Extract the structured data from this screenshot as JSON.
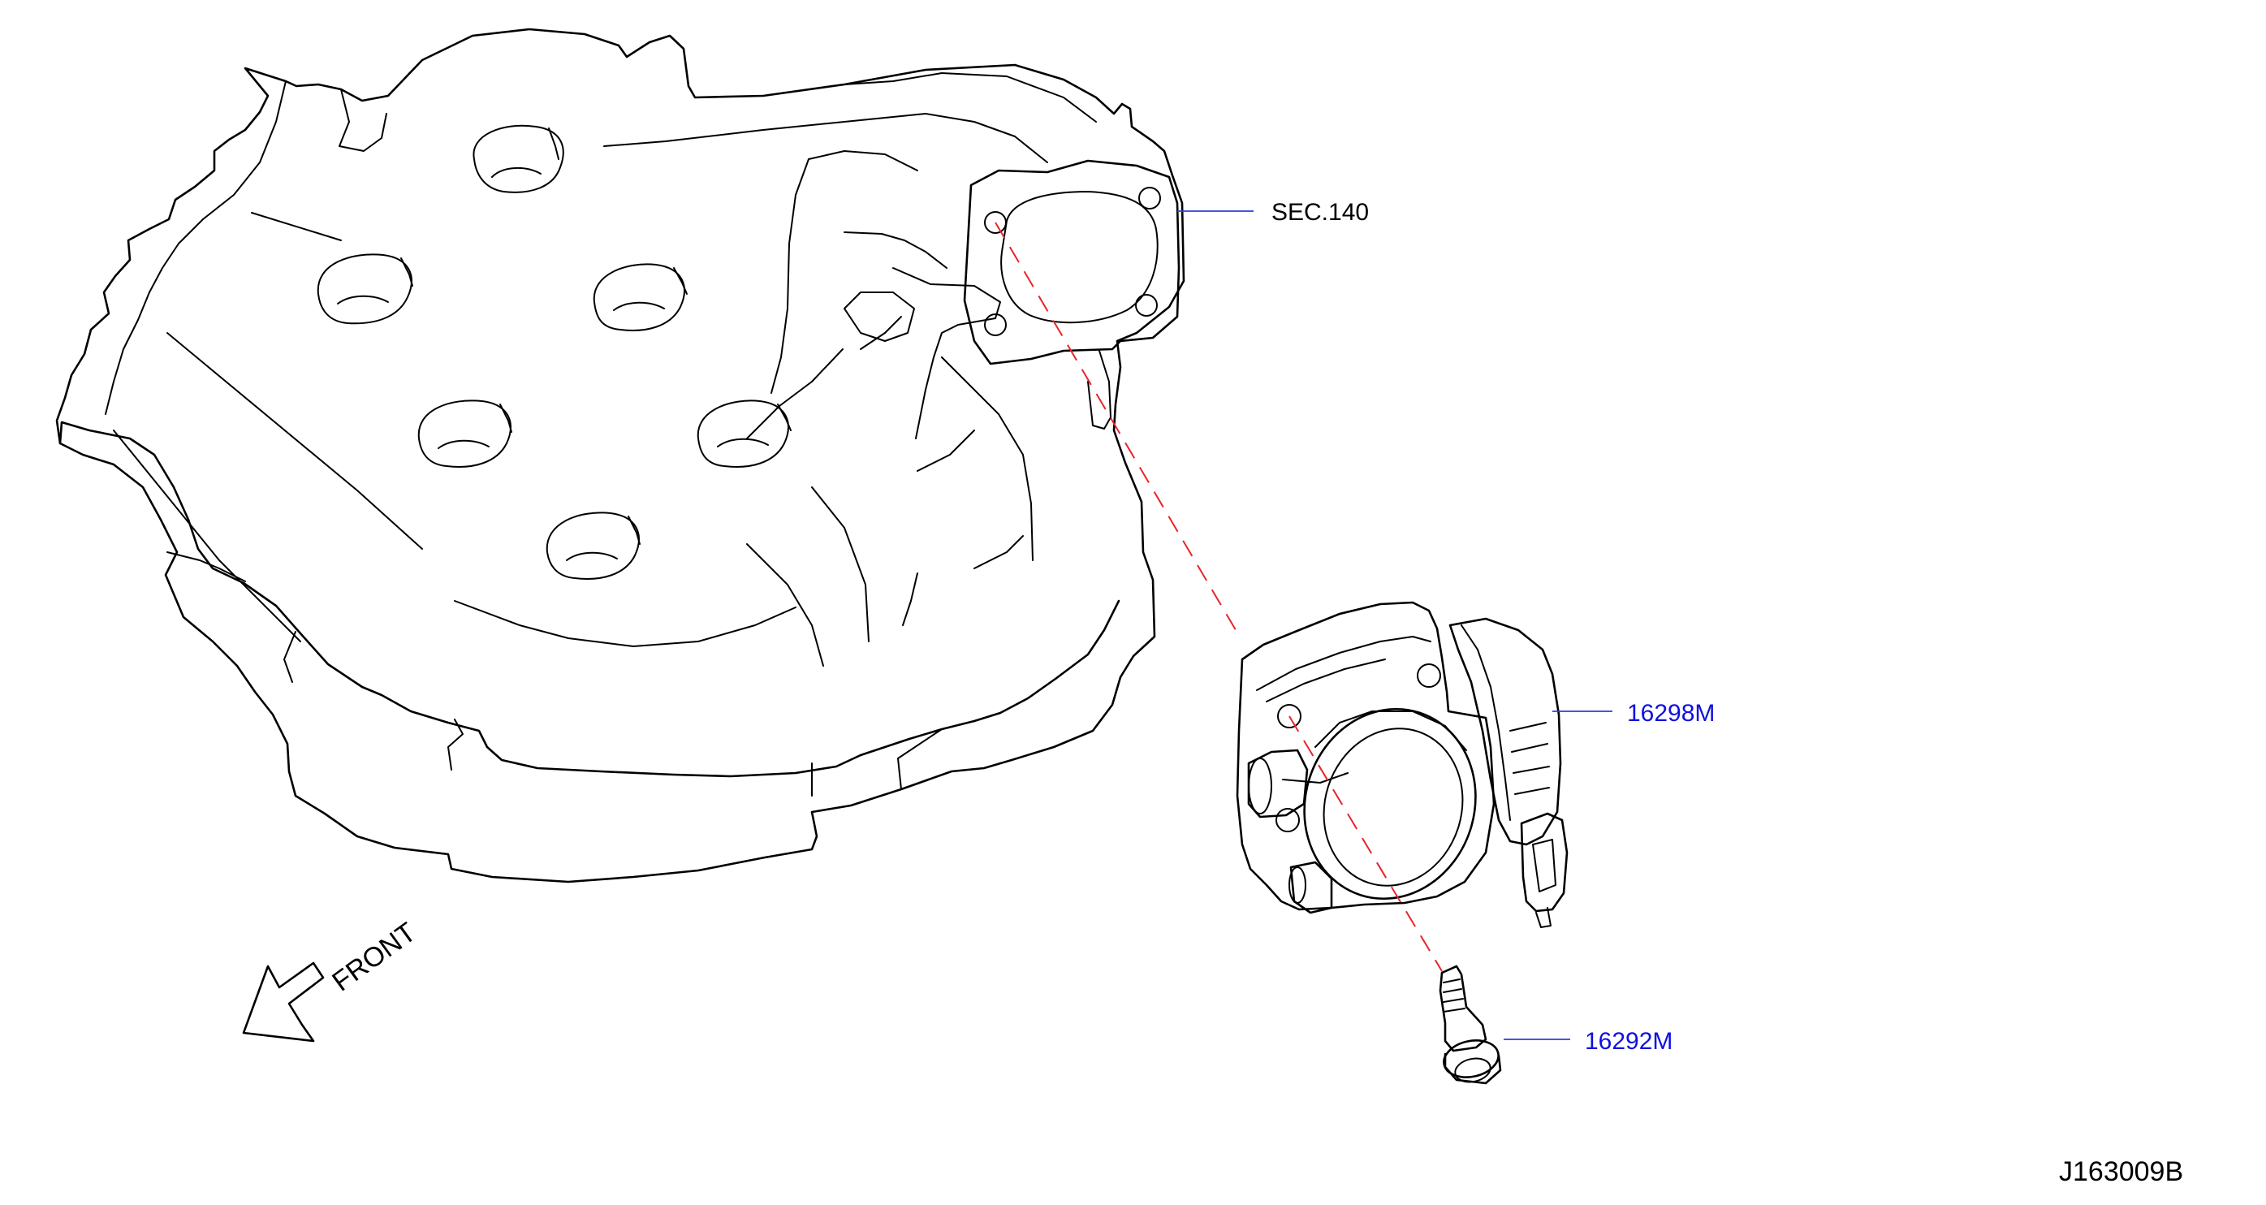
{
  "callouts": {
    "section_ref": "SEC.140",
    "throttle_body_part": "16298M",
    "bolt_part": "16292M"
  },
  "front_label": "FRONT",
  "diagram_id": "J163009B",
  "colors": {
    "leader": "#2d3fd4",
    "part_number_text": "#1010e0",
    "alignment_line": "#e8242a"
  }
}
